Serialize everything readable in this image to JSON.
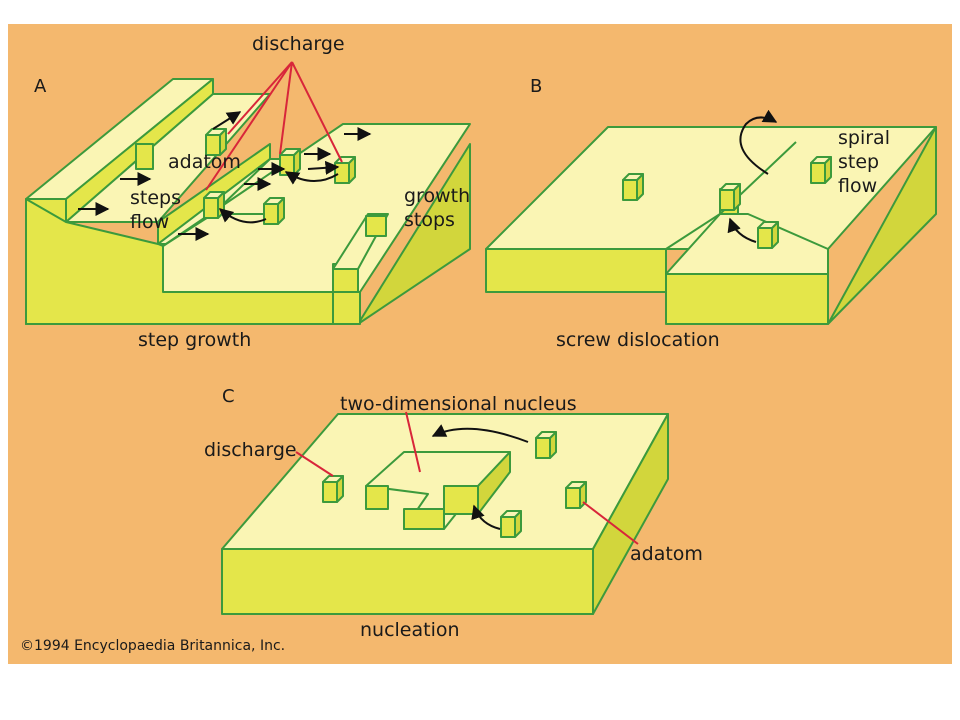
{
  "panels": {
    "a": {
      "letter": "A",
      "caption": "step growth"
    },
    "b": {
      "letter": "B",
      "caption": "screw dislocation"
    },
    "c": {
      "letter": "C",
      "caption": "nucleation"
    }
  },
  "labels": {
    "a_discharge": "discharge",
    "a_adatom": "adatom",
    "a_steps": "steps",
    "a_flow": "flow",
    "a_growth": "growth",
    "a_stops": "stops",
    "b_spiral": "spiral",
    "b_step": "step",
    "b_flow": "flow",
    "c_nucleus": "two-dimensional nucleus",
    "c_discharge": "discharge",
    "c_adatom": "adatom"
  },
  "copyright": "©1994 Encyclopaedia Britannica, Inc.",
  "colors": {
    "background": "#F4B86E",
    "top_face": "#FAF5B4",
    "front_face": "#E4E64A",
    "edge": "#3C9A3C",
    "leader_line": "#D8263A",
    "arrow": "#111111"
  }
}
